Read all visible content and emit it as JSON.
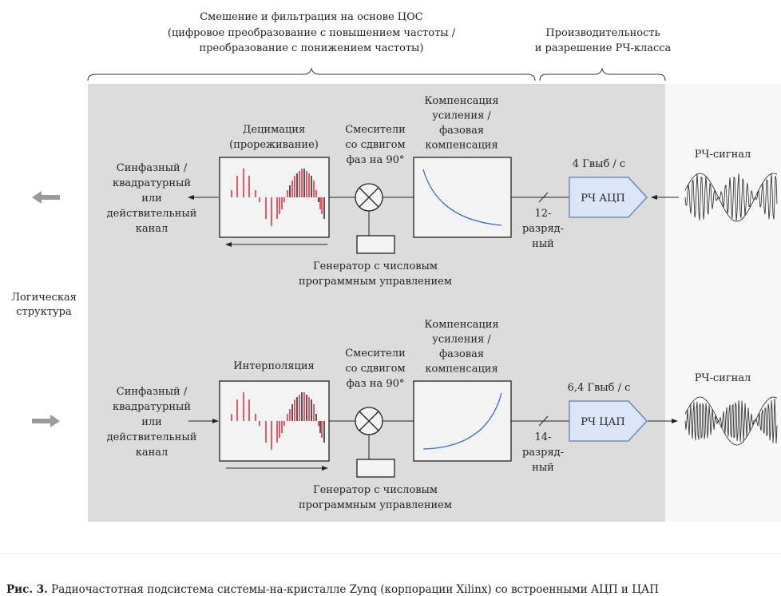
{
  "header": {
    "dsp_lines": [
      "Смешение и фильтрация на основе ЦОС",
      "(цифровое преобразование с повышением частоты /",
      "преобразование с понижением частоты)"
    ],
    "rf_lines": [
      "Производительность",
      "и разрешение РЧ-класса"
    ]
  },
  "side": {
    "logic_lines": [
      "Логическая",
      "структура"
    ]
  },
  "rx": {
    "channel_lines": [
      "Синфазный /",
      "квадратурный",
      "или",
      "действительный",
      "канал"
    ],
    "filter_lines": [
      "Децимация",
      "(прореживание)"
    ],
    "mixer_lines": [
      "Смесители",
      "со сдвигом",
      "фаз на 90°"
    ],
    "comp_lines": [
      "Компенсация",
      "усиления /",
      "фазовая",
      "компенсация"
    ],
    "bits_lines": [
      "12-",
      "разряд-",
      "ный"
    ],
    "rate": "4 Гвыб / с",
    "converter": "РЧ АЦП",
    "signal": "РЧ-сигнал",
    "nco_lines": [
      "Генератор с числовым",
      "программным управлением"
    ]
  },
  "tx": {
    "channel_lines": [
      "Синфазный /",
      "квадратурный",
      "или",
      "действительный",
      "канал"
    ],
    "filter_lines": [
      "Интерполяция"
    ],
    "mixer_lines": [
      "Смесители",
      "со сдвигом",
      "фаз на 90°"
    ],
    "comp_lines": [
      "Компенсация",
      "усиления /",
      "фазовая",
      "компенсация"
    ],
    "bits_lines": [
      "14-",
      "разряд-",
      "ный"
    ],
    "rate": "6,4 Гвыб / с",
    "converter": "РЧ ЦАП",
    "signal": "РЧ-сигнал",
    "nco_lines": [
      "Генератор с числовым",
      "программным управлением"
    ]
  },
  "caption": {
    "label": "Рис. 3.",
    "text": " Радиочастотная подсистема системы-на-кристалле Zynq (корпорации Xilinx) со встроенными АЦП и ЦАП"
  },
  "colors": {
    "fabric": "#dcdcdc",
    "converter_fill": "#dbe5f5",
    "converter_stroke": "#5a7fbf",
    "stems": "#e8203a",
    "curve": "#3a6db5"
  }
}
